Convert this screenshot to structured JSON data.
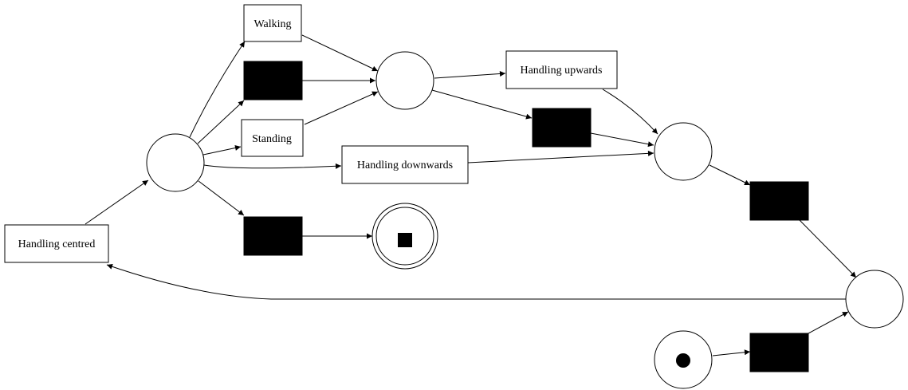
{
  "colors": {
    "background": "#ffffff",
    "stroke": "#000000",
    "silent_transition": "#000000"
  },
  "transitions": {
    "walking": "Walking",
    "standing": "Standing",
    "handling_upwards": "Handling upwards",
    "handling_downwards": "Handling downwards",
    "handling_centred": "Handling centred"
  },
  "marking": {
    "initial_place_tokens": 1,
    "final_place": "double-circle with square marker"
  }
}
